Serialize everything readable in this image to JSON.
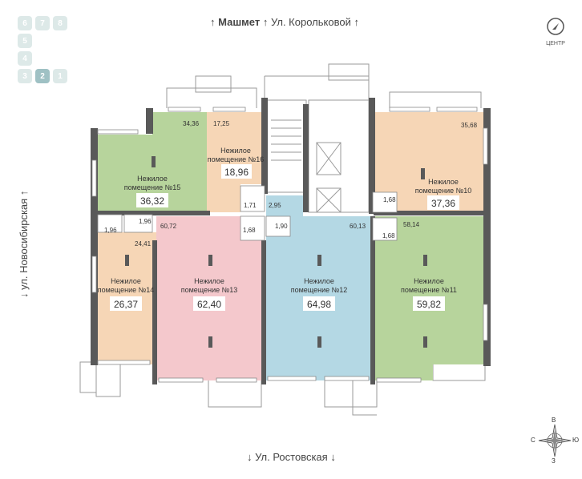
{
  "streets": {
    "top_a": "Машмет",
    "top_b": "Ул. Корольковой",
    "bottom": "Ул. Ростовская",
    "left": "ул. Новосибирская"
  },
  "sections": [
    "6",
    "7",
    "8",
    "5",
    "4",
    "3",
    "2",
    "1"
  ],
  "active_section": "2",
  "compass_center": "ЦЕНТР",
  "wind_rose": {
    "n": "В",
    "s": "З",
    "w": "С",
    "e": "Ю"
  },
  "units": [
    {
      "name_line1": "Нежилое",
      "name_line2": "помещение №15",
      "area": "36,32",
      "room": "34,36",
      "color": "#b7d49c"
    },
    {
      "name_line1": "Нежилое",
      "name_line2": "помещение №16",
      "area": "18,96",
      "room": "17,25",
      "color": "#f6d6b6"
    },
    {
      "name_line1": "Нежилое",
      "name_line2": "помещение №10",
      "area": "37,36",
      "room": "35,68",
      "color": "#f6d6b6"
    },
    {
      "name_line1": "Нежилое",
      "name_line2": "помещение №14",
      "area": "26,37",
      "room": "24,41",
      "color": "#f6d6b6"
    },
    {
      "name_line1": "Нежилое",
      "name_line2": "помещение №13",
      "area": "62,40",
      "room": "60,72",
      "color": "#f4c8cc"
    },
    {
      "name_line1": "Нежилое",
      "name_line2": "помещение №12",
      "area": "64,98",
      "room": "60,13",
      "color": "#b4d8e4"
    },
    {
      "name_line1": "Нежилое",
      "name_line2": "помещение №11",
      "area": "59,82",
      "room": "58,14",
      "color": "#b7d49c"
    }
  ],
  "small_rooms": {
    "wc16": "1,71",
    "wc12": "2,95",
    "wc10": "1,68",
    "wc14a": "1,96",
    "wc14b": "1,96",
    "wc13": "1,68",
    "wc12b": "1,90",
    "wc11": "1,68"
  }
}
